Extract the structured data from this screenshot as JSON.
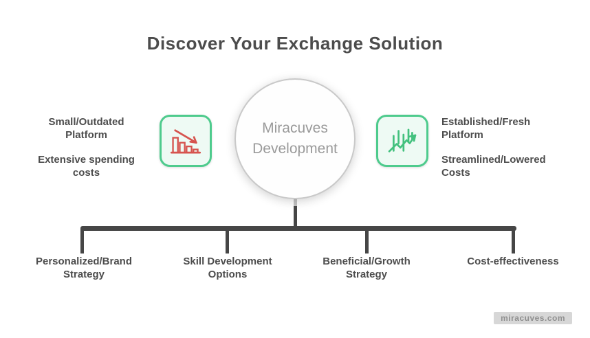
{
  "title": "Discover Your Exchange Solution",
  "center_node": {
    "line1": "Miracuves",
    "line2": "Development"
  },
  "left_panel": {
    "icon": "declining-bar-chart-icon",
    "items": [
      {
        "line1": "Small/Outdated",
        "line2": "Platform"
      },
      {
        "line1": "Extensive spending",
        "line2": "costs"
      }
    ]
  },
  "right_panel": {
    "icon": "rising-candlestick-chart-icon",
    "items": [
      {
        "line1": "Established/Fresh",
        "line2": "Platform"
      },
      {
        "line1": "Streamlined/Lowered",
        "line2": "Costs"
      }
    ]
  },
  "branches": [
    {
      "line1": "Personalized/Brand",
      "line2": "Strategy"
    },
    {
      "line1": "Skill Development",
      "line2": "Options"
    },
    {
      "line1": "Beneficial/Growth",
      "line2": "Strategy"
    },
    {
      "line1": "Cost-effectiveness",
      "line2": ""
    }
  ],
  "watermark": "miracuves.com",
  "colors": {
    "text": "#4d4d4d",
    "connector": "#464646",
    "icon_box_border": "#4ecb8d",
    "icon_box_bg": "#eefaf4",
    "negative_icon": "#d6534e",
    "positive_icon": "#43c17e",
    "circle_border": "#c9c9c9",
    "circle_text": "#9a9a9a"
  }
}
